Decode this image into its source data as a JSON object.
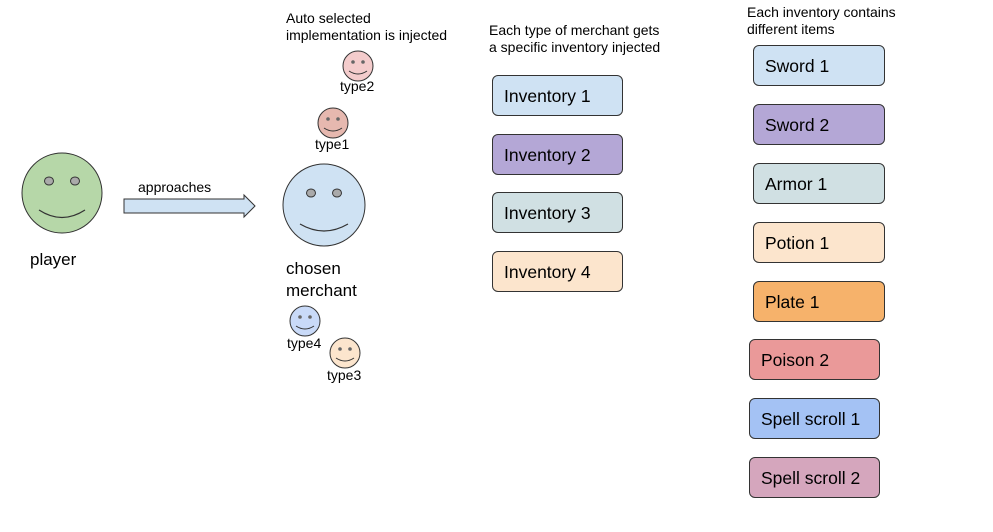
{
  "player": {
    "label": "player",
    "color": "#b6d7a8"
  },
  "arrow": {
    "label": "approaches",
    "color": "#cfe2f3"
  },
  "merchant": {
    "label_line1": "chosen",
    "label_line2": "merchant",
    "color": "#cfe2f3"
  },
  "types": [
    {
      "label": "type2",
      "color": "#f4cccc"
    },
    {
      "label": "type1",
      "color": "#e6b8af"
    },
    {
      "label": "type4",
      "color": "#c9daf8"
    },
    {
      "label": "type3",
      "color": "#fce5cd"
    }
  ],
  "notes": {
    "injection_line1": "Auto selected",
    "injection_line2": "implementation is injected",
    "inventory_line1": "Each type of merchant gets",
    "inventory_line2": "a specific inventory injected",
    "items_line1": "Each inventory contains",
    "items_line2": "different items"
  },
  "inventories": [
    {
      "label": "Inventory 1",
      "color": "#cfe2f3"
    },
    {
      "label": "Inventory 2",
      "color": "#b4a7d6"
    },
    {
      "label": "Inventory 3",
      "color": "#d0e0e3"
    },
    {
      "label": "Inventory 4",
      "color": "#fce5cd"
    }
  ],
  "items": [
    {
      "label": "Sword 1",
      "color": "#cfe2f3"
    },
    {
      "label": "Sword 2",
      "color": "#b4a7d6"
    },
    {
      "label": "Armor 1",
      "color": "#d0e0e3"
    },
    {
      "label": "Potion 1",
      "color": "#fce5cd"
    },
    {
      "label": "Plate 1",
      "color": "#f6b26b"
    },
    {
      "label": "Poison 2",
      "color": "#ea9999"
    },
    {
      "label": "Spell scroll 1",
      "color": "#a4c2f4"
    },
    {
      "label": "Spell scroll 2",
      "color": "#d5a6bd"
    }
  ]
}
